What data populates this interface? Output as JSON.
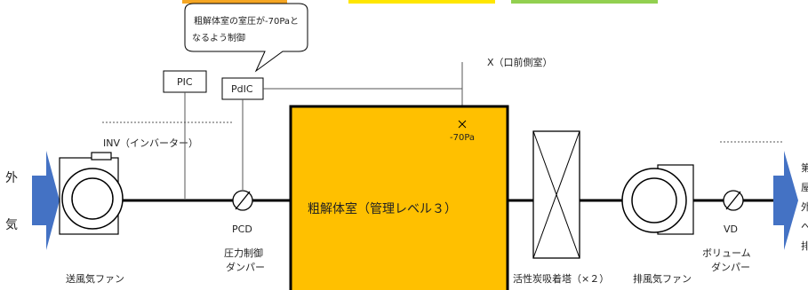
{
  "colors": {
    "room_fill": "#FFC000",
    "arrow": "#4472C4",
    "tab_orange": "#F5A623",
    "tab_yellow": "#FFE600",
    "tab_green": "#92D050",
    "line": "#000000"
  },
  "outside_left": [
    "外",
    "気"
  ],
  "outside_right": [
    "第",
    "屋",
    "外",
    "へ",
    "排"
  ],
  "callout": {
    "line1": "粗解体室の室圧が-70Paと",
    "line2": "なるよう制御"
  },
  "pic_label": "PIC",
  "pdic_label": "PdIC",
  "x_label": "X（口前側室）",
  "sensor_value": "-70Pa",
  "inv_label": "INV（インバーター）",
  "pcd_label": "PCD",
  "pcd_desc": [
    "圧力制御",
    "ダンパー"
  ],
  "supply_fan_label": "送風気ファン",
  "room_label": "粗解体室（管理レベル３）",
  "filter_label": "活性炭吸着塔（×２）",
  "exhaust_fan_label": "排風気ファン",
  "vd_label": "VD",
  "vd_desc": [
    "ボリューム",
    "ダンパー"
  ]
}
